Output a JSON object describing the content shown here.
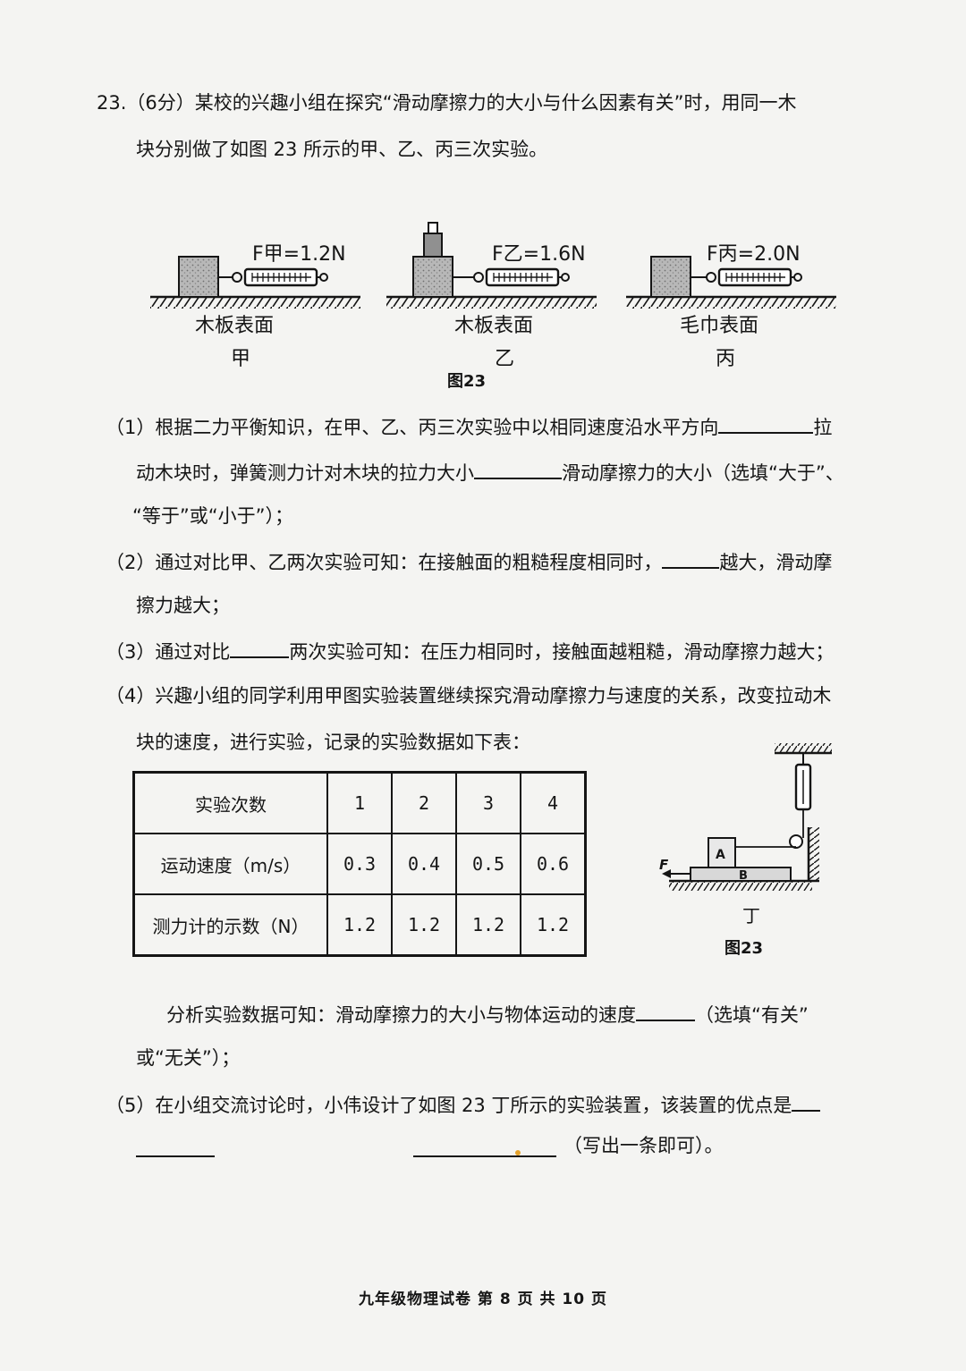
{
  "question": {
    "number": "23.",
    "intro_line1": "（6分）某校的兴趣小组在探究“滑动摩擦力的大小与什么因素有关”时，用同一木",
    "intro_line2": "块分别做了如图 23 所示的甲、乙、丙三次实验。"
  },
  "figure_top": {
    "experiments": [
      {
        "force_label": "F甲=1.2N",
        "surface": "木板表面",
        "name": "甲"
      },
      {
        "force_label": "F乙=1.6N",
        "surface": "木板表面",
        "name": "乙"
      },
      {
        "force_label": "F丙=2.0N",
        "surface": "毛巾表面",
        "name": "丙"
      }
    ],
    "caption": "图23"
  },
  "part1": {
    "line1_a": "（1）根据二力平衡知识，在甲、乙、丙三次实验中以相同速度沿水平方向",
    "line1_b": "拉",
    "line2_a": "动木块时，弹簧测力计对木块的拉力大小",
    "line2_b": "滑动摩擦力的大小（选填“大于”、",
    "line3": "“等于”或“小于”）；"
  },
  "part2": {
    "line1_a": "（2）通过对比甲、乙两次实验可知：在接触面的粗糙程度相同时，",
    "line1_b": "越大，滑动摩",
    "line2": "擦力越大；"
  },
  "part3": {
    "line1_a": "（3）通过对比",
    "line1_b": "两次实验可知：在压力相同时，接触面越粗糙，滑动摩擦力越大；"
  },
  "part4": {
    "line1": "（4）兴趣小组的同学利用甲图实验装置继续探究滑动摩擦力与速度的关系，改变拉动木",
    "line2": "块的速度，进行实验，记录的实验数据如下表：",
    "table": {
      "rows": [
        {
          "header": "实验次数",
          "values": [
            "1",
            "2",
            "3",
            "4"
          ]
        },
        {
          "header": "运动速度（m/s）",
          "values": [
            "0.3",
            "0.4",
            "0.5",
            "0.6"
          ]
        },
        {
          "header": "测力计的示数（N）",
          "values": [
            "1.2",
            "1.2",
            "1.2",
            "1.2"
          ]
        }
      ]
    },
    "analysis_a": "分析实验数据可知：滑动摩擦力的大小与物体运动的速度",
    "analysis_b": "（选填“有关”",
    "analysis_line2": "或“无关”）；"
  },
  "figure_ding": {
    "label_F": "F",
    "label_A": "A",
    "label_B": "B",
    "name": "丁",
    "caption": "图23"
  },
  "part5": {
    "line1": "（5）在小组交流讨论时，小伟设计了如图 23 丁所示的实验装置，该装置的优点是",
    "line2_end": "（写出一条即可）。"
  },
  "footer": "九年级物理试卷  第 8 页  共 10 页"
}
